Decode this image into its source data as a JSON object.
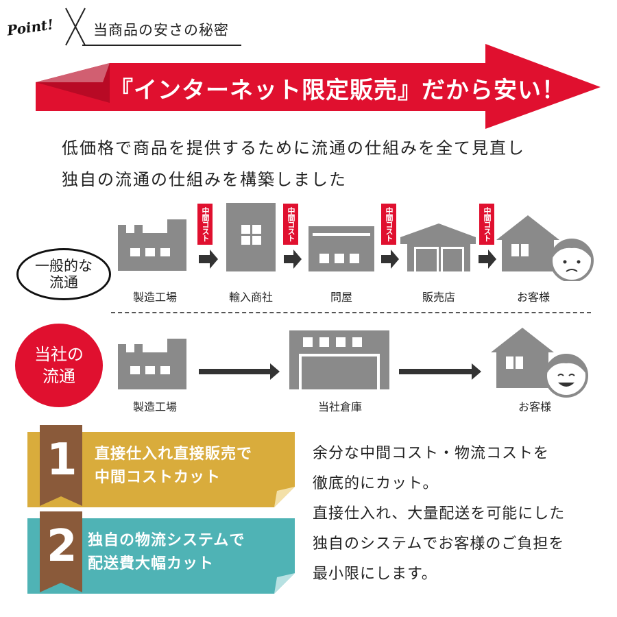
{
  "header": {
    "point_logo": "Point!",
    "title": "当商品の安さの秘密"
  },
  "banner": {
    "text": "『インターネット限定販売』だから安い！"
  },
  "intro": {
    "line1": "低価格で商品を提供するために流通の仕組みを全て見直し",
    "line2": "独自の流通の仕組みを構築しました"
  },
  "general_flow": {
    "row_label_line1": "一般的な",
    "row_label_line2": "流通",
    "cost_tag": "中間コスト",
    "steps": [
      "製造工場",
      "輸入商社",
      "問屋",
      "販売店",
      "お客様"
    ]
  },
  "our_flow": {
    "row_label_line1": "当社の",
    "row_label_line2": "流通",
    "steps": [
      "製造工場",
      "当社倉庫",
      "お客様"
    ]
  },
  "badges": [
    {
      "number": "1",
      "line1": "直接仕入れ直接販売で",
      "line2": "中間コストカット",
      "color": "#d9ac3c"
    },
    {
      "number": "2",
      "line1": "独自の物流システムで",
      "line2": "配送費大幅カット",
      "color": "#4fb3b5"
    }
  ],
  "description": {
    "lines": [
      "余分な中間コスト・物流コストを",
      "徹底的にカット。",
      "直接仕入れ、大量配送を可能にした",
      "独自のシステムでお客様のご負担を",
      "最小限にします。"
    ]
  },
  "colors": {
    "accent_red": "#e0102f",
    "icon_gray": "#8a8a8a",
    "badge_brown": "#8a5a3a"
  }
}
